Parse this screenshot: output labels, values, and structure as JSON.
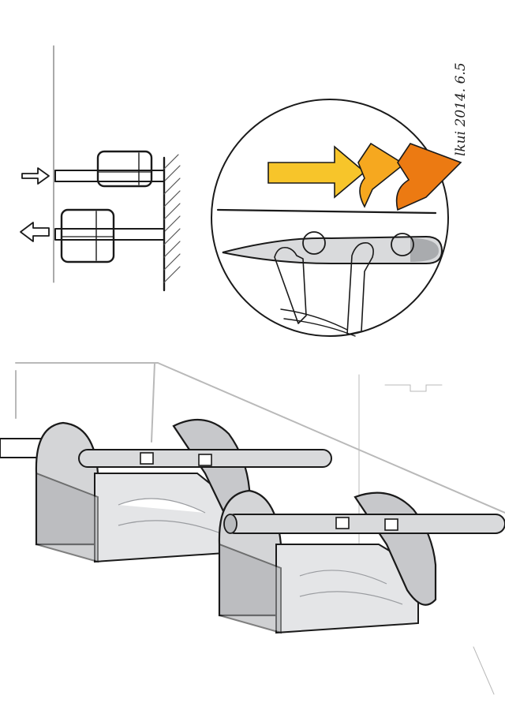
{
  "signature": {
    "text": "lkui 2014. 6.5"
  },
  "colors": {
    "paper": "#ffffff",
    "ink": "#1a1a1a",
    "marker_gray": "#d4d5d7",
    "marker_gray_dark": "#a9abae",
    "arrow_yellow": "#f7c52a",
    "arrow_orange": "#f29218",
    "arrow_deep_orange": "#ec7a12"
  },
  "icons": {
    "push_arrow": "right-arrow-outline",
    "pull_arrow": "left-arrow-outline"
  }
}
